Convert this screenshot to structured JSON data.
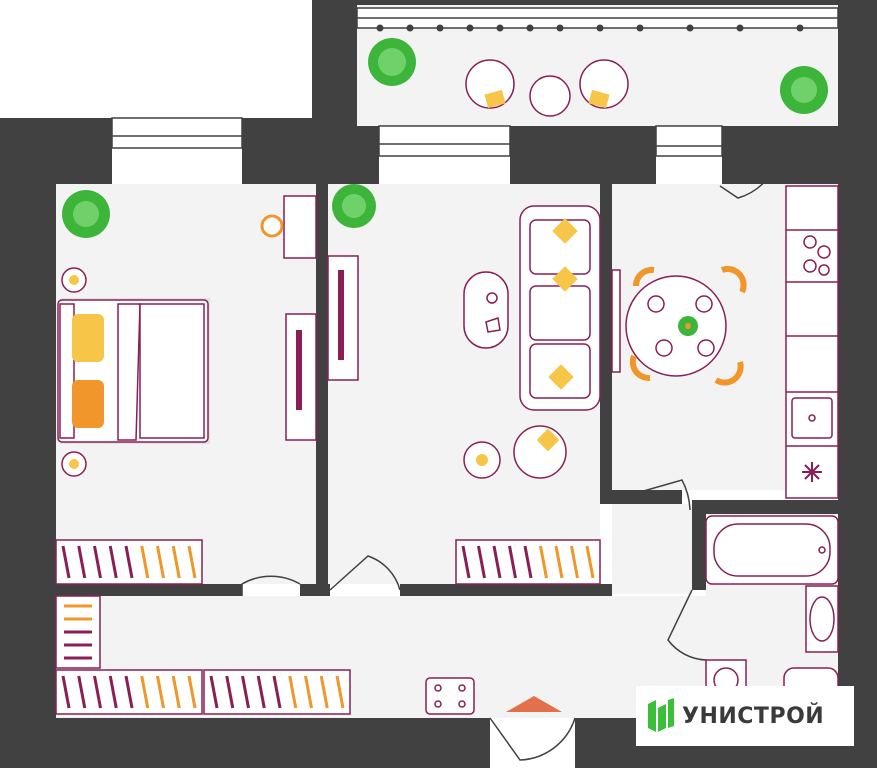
{
  "brand": {
    "name": "УНИСТРОЙ",
    "logo_icon": "unistroy-logo-icon",
    "colors": {
      "logo_green": "#3bbf3b",
      "logo_text": "#3a3a3a"
    }
  },
  "palette": {
    "wall": "#414142",
    "floor": "#f3f3f4",
    "furniture_outline": "#8a1f55",
    "accent_orange": "#f0962b",
    "accent_yellow": "#f7c648",
    "plant_green": "#3db43a",
    "door_marker": "#e2704a"
  },
  "rooms": [
    "balcony",
    "bedroom",
    "living-room",
    "kitchen",
    "bathroom",
    "hallway"
  ]
}
